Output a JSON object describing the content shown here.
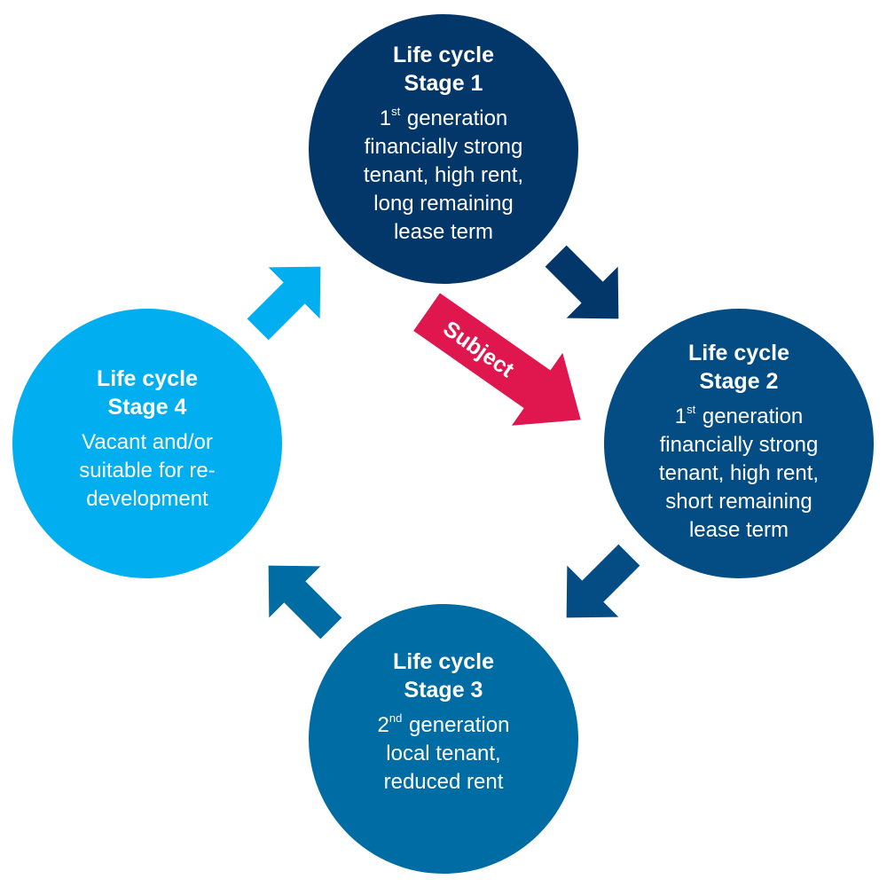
{
  "stages": [
    {
      "title": [
        "Life cycle",
        "Stage 1"
      ],
      "description": [
        {
          "main": "1",
          "sup": "st",
          "rest": " generation"
        },
        {
          "main": "financially strong"
        },
        {
          "main": "tenant, high rent,"
        },
        {
          "main": "long remaining"
        },
        {
          "main": "lease term"
        }
      ],
      "color": "#043769"
    },
    {
      "title": [
        "Life cycle",
        "Stage 2"
      ],
      "description": [
        {
          "main": "1",
          "sup": "st",
          "rest": " generation"
        },
        {
          "main": "financially strong"
        },
        {
          "main": "tenant, high rent,"
        },
        {
          "main": "short remaining"
        },
        {
          "main": "lease term"
        }
      ],
      "color": "#044d84"
    },
    {
      "title": [
        "Life cycle",
        "Stage 3"
      ],
      "description": [
        {
          "main": "2",
          "sup": "nd",
          "rest": " generation"
        },
        {
          "main": "local tenant,"
        },
        {
          "main": "reduced rent"
        }
      ],
      "color": "#006ca4"
    },
    {
      "title": [
        "Life cycle",
        "Stage 4"
      ],
      "description": [
        {
          "main": "Vacant and/or"
        },
        {
          "main": "suitable for re-"
        },
        {
          "main": "development"
        }
      ],
      "color": "#01aeef"
    }
  ],
  "subject_arrow": {
    "label": "Subject",
    "color": "#e0174f"
  },
  "arrow_colors": {
    "stage1_to_stage2": "#043769",
    "stage2_to_stage3": "#044d84",
    "stage3_to_stage4": "#006ca4",
    "stage4_to_stage1": "#01aeef"
  }
}
